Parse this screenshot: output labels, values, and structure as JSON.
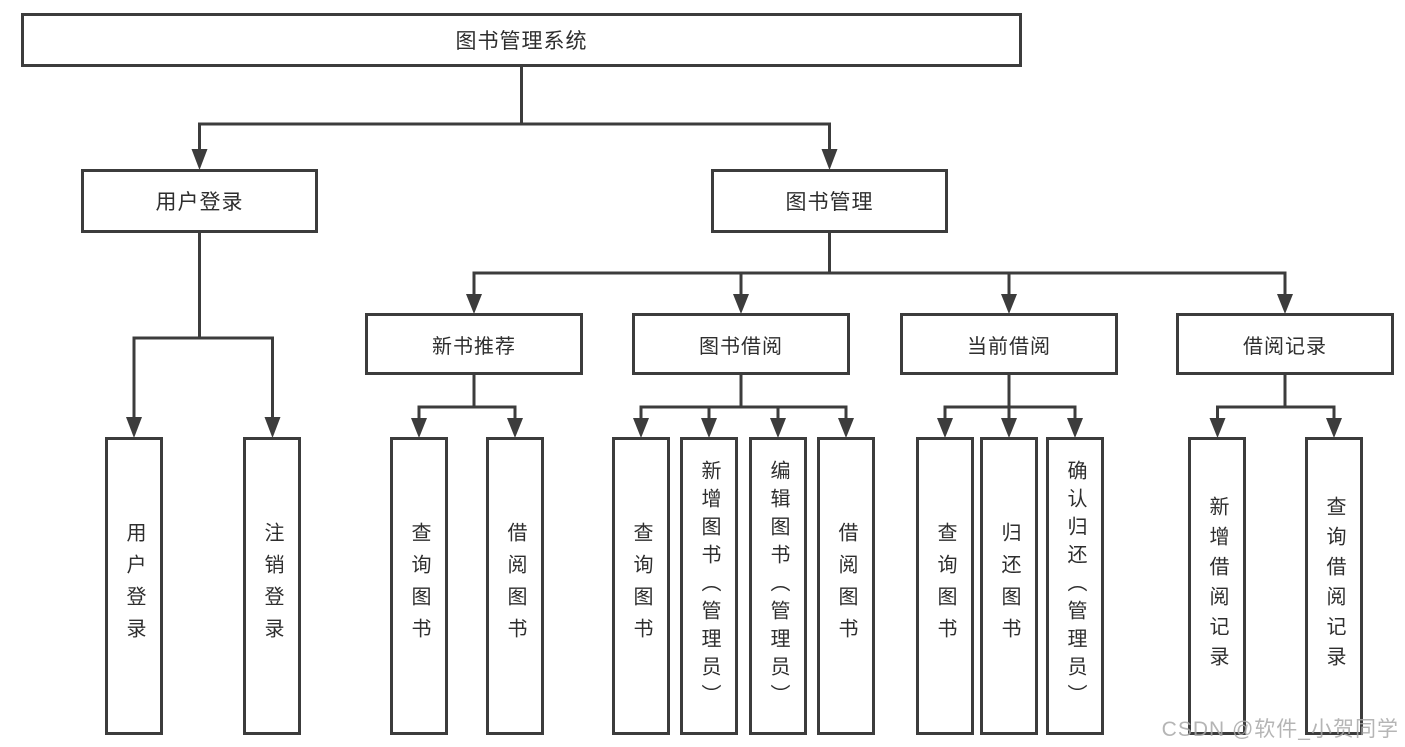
{
  "diagram": {
    "root": {
      "label": "图书管理系统"
    },
    "level2": [
      {
        "label": "用户登录"
      },
      {
        "label": "图书管理"
      }
    ],
    "level3": [
      {
        "label": "新书推荐"
      },
      {
        "label": "图书借阅"
      },
      {
        "label": "当前借阅"
      },
      {
        "label": "借阅记录"
      }
    ],
    "leaves": {
      "user": [
        "用户登录",
        "注销登录"
      ],
      "new_book": [
        "查询图书",
        "借阅图书"
      ],
      "borrowing": [
        "查询图书",
        "新增图书（管理员）",
        "编辑图书（管理员）",
        "借阅图书"
      ],
      "current": [
        "查询图书",
        "归还图书",
        "确认归还（管理员）"
      ],
      "records": [
        "新增借阅记录",
        "查询借阅记录"
      ]
    }
  },
  "watermark": {
    "text": "CSDN @软件_小贺同学"
  },
  "colors": {
    "line": "#3c3c3c",
    "text": "#2e2e2e",
    "background": "#ffffff",
    "watermark": "#a8a8a8"
  }
}
